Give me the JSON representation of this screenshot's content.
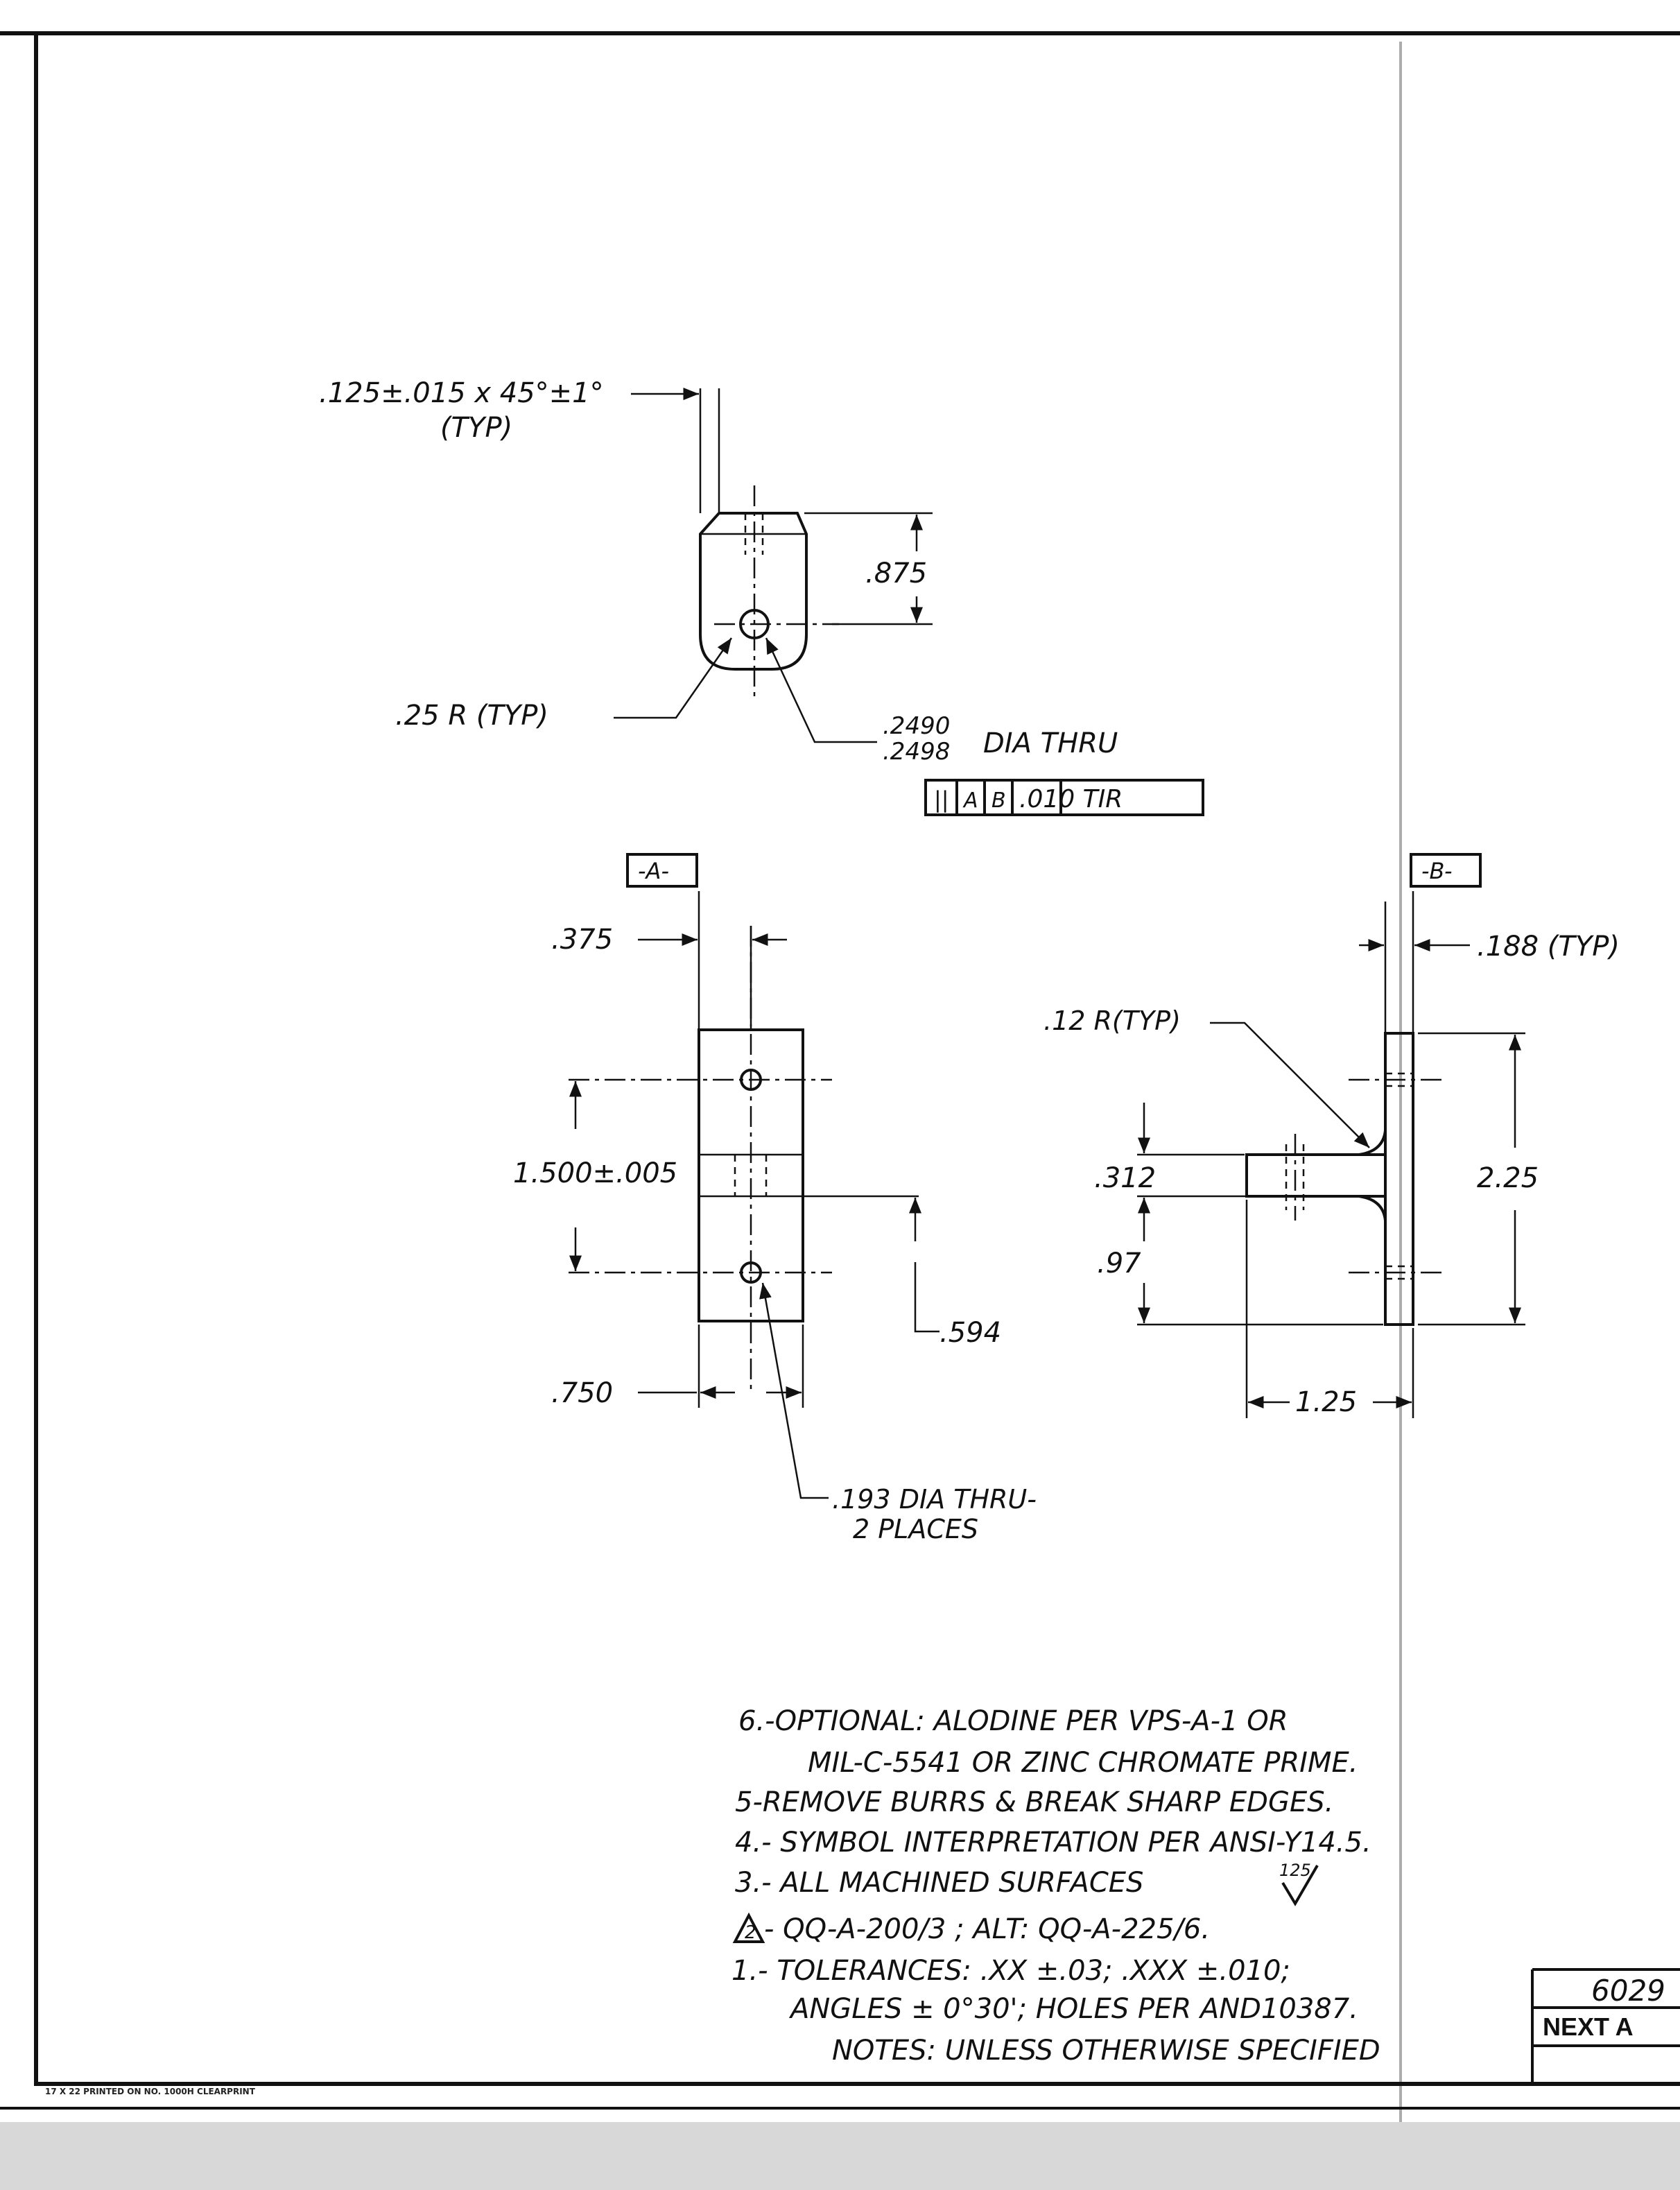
{
  "top_view": {
    "chamfer_dim": ".125±.015 x 45°±1°",
    "chamfer_typ": "(TYP)",
    "height_dim": ".875",
    "radius_dim": ".25 R (TYP)",
    "hole_dia_upper": ".2490",
    "hole_dia_lower": ".2498",
    "hole_dia_suffix": "DIA THRU",
    "fcf_symbol": "||",
    "fcf_datum_1": "A",
    "fcf_datum_2": "B",
    "fcf_tolerance": ".010 TIR"
  },
  "front_view": {
    "datum_label": "-A-",
    "thickness_dim": ".375",
    "hole_spacing_dim": "1.500±.005",
    "offset_dim": ".594",
    "width_dim": ".750",
    "hole_callout_line1": ".193 DIA THRU-",
    "hole_callout_line2": "2 PLACES"
  },
  "side_view": {
    "datum_label": "-B-",
    "thickness_dim": ".188 (TYP)",
    "fillet_dim": ".12 R(TYP)",
    "flange_thk_dim": ".312",
    "flange_pos_dim": ".97",
    "height_dim": "2.25",
    "length_dim": "1.25"
  },
  "notes": {
    "note6_line1": "6.-OPTIONAL: ALODINE PER VPS-A-1 OR",
    "note6_line2": "MIL-C-5541 OR ZINC CHROMATE PRIME.",
    "note5": "5-REMOVE BURRS & BREAK SHARP EDGES.",
    "note4": "4.- SYMBOL INTERPRETATION PER ANSI-Y14.5.",
    "note3": "3.- ALL MACHINED SURFACES",
    "note3_finish": "125",
    "note2_flag": "2",
    "note2": "- QQ-A-200/3 ; ALT: QQ-A-225/6.",
    "note1_line1": "1.- TOLERANCES: .XX ±.03; .XXX ±.010;",
    "note1_line2": "ANGLES ± 0°30'; HOLES PER AND10387.",
    "notes_heading": "NOTES: UNLESS OTHERWISE SPECIFIED"
  },
  "title_block": {
    "drawing_number": "6029",
    "next_assembly": "NEXT A"
  },
  "margin_print": "17 X 22    PRINTED ON NO. 1000H CLEARPRINT"
}
